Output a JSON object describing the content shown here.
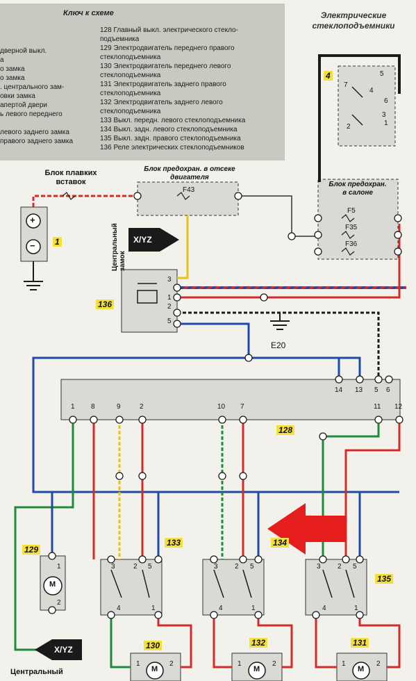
{
  "legend": {
    "title": "Ключ к схеме",
    "left_items": [
      "дверной выкл.",
      "а",
      "о замка",
      "о замка",
      ". центрального зам-",
      "овки замка",
      "апертой двери",
      "ь левого переднего",
      "",
      "левого заднего замка",
      "правого заднего замка"
    ],
    "right_items": [
      "128 Главный выкл. электрического стекло-",
      "подъемника",
      "129 Электродвигатель переднего правого",
      "стеклоподъемника",
      "130 Электродвигатель переднего левого",
      "стеклоподъемника",
      "131 Электродвигатель заднего правого",
      "стеклоподъемника",
      "132 Электродвигатель заднего левого",
      "стеклоподъемника",
      "133 Выкл. передн. левого стеклоподъемника",
      "134 Выкл. задн. левого стеклоподъемника",
      "135 Выкл. задн. правого стеклоподъемника",
      "136 Реле электрических стеклоподъемников"
    ]
  },
  "header": {
    "line1": "Электрические",
    "line2": "стеклоподъемники"
  },
  "labels": {
    "fusible_block": "Блок плавких вставок",
    "fuse_engine": "Блок предохран. в отсеке двигателя",
    "fuse_cabin": "Блок предохран. в салоне",
    "central_lock_vertical": "Центральный замок",
    "central_lock_bottom": "Центральный",
    "ground": "E20",
    "connector_top": "X/YZ",
    "connector_bottom": "X/YZ"
  },
  "fuses": {
    "f43": "F43",
    "f5": "F5",
    "f35": "F35",
    "f36": "F36"
  },
  "components": {
    "c1": "1",
    "c4": "4",
    "c128": "128",
    "c129": "129",
    "c130": "130",
    "c131": "131",
    "c132": "132",
    "c133": "133",
    "c134": "134",
    "c135": "135",
    "c136": "136"
  },
  "pins": {
    "main_top": [
      "14",
      "13",
      "5",
      "6"
    ],
    "main_bottom": [
      "1",
      "8",
      "9",
      "2",
      "10",
      "7",
      "11",
      "12"
    ],
    "relay": [
      "3",
      "1",
      "2",
      "5"
    ],
    "sw4": [
      "5",
      "7",
      "4",
      "6",
      "2",
      "1",
      "3"
    ],
    "sw_top": [
      "3",
      "2",
      "5"
    ],
    "sw_bottom": [
      "4",
      "1"
    ],
    "motor": [
      "1",
      "2"
    ],
    "battery": [
      "+",
      "−"
    ],
    "motor_symbol": "M"
  },
  "colors": {
    "wire_red": "#d42a2a",
    "wire_blue": "#1f4aa8",
    "wire_green": "#1f8a3a",
    "wire_yellow": "#e6c21a",
    "wire_black": "#1a1a1a",
    "tag_yellow": "#f4e03a",
    "arrow_red": "#e51d1d",
    "legend_bg": "#c9c9c2",
    "box_grey": "#dadad4"
  }
}
